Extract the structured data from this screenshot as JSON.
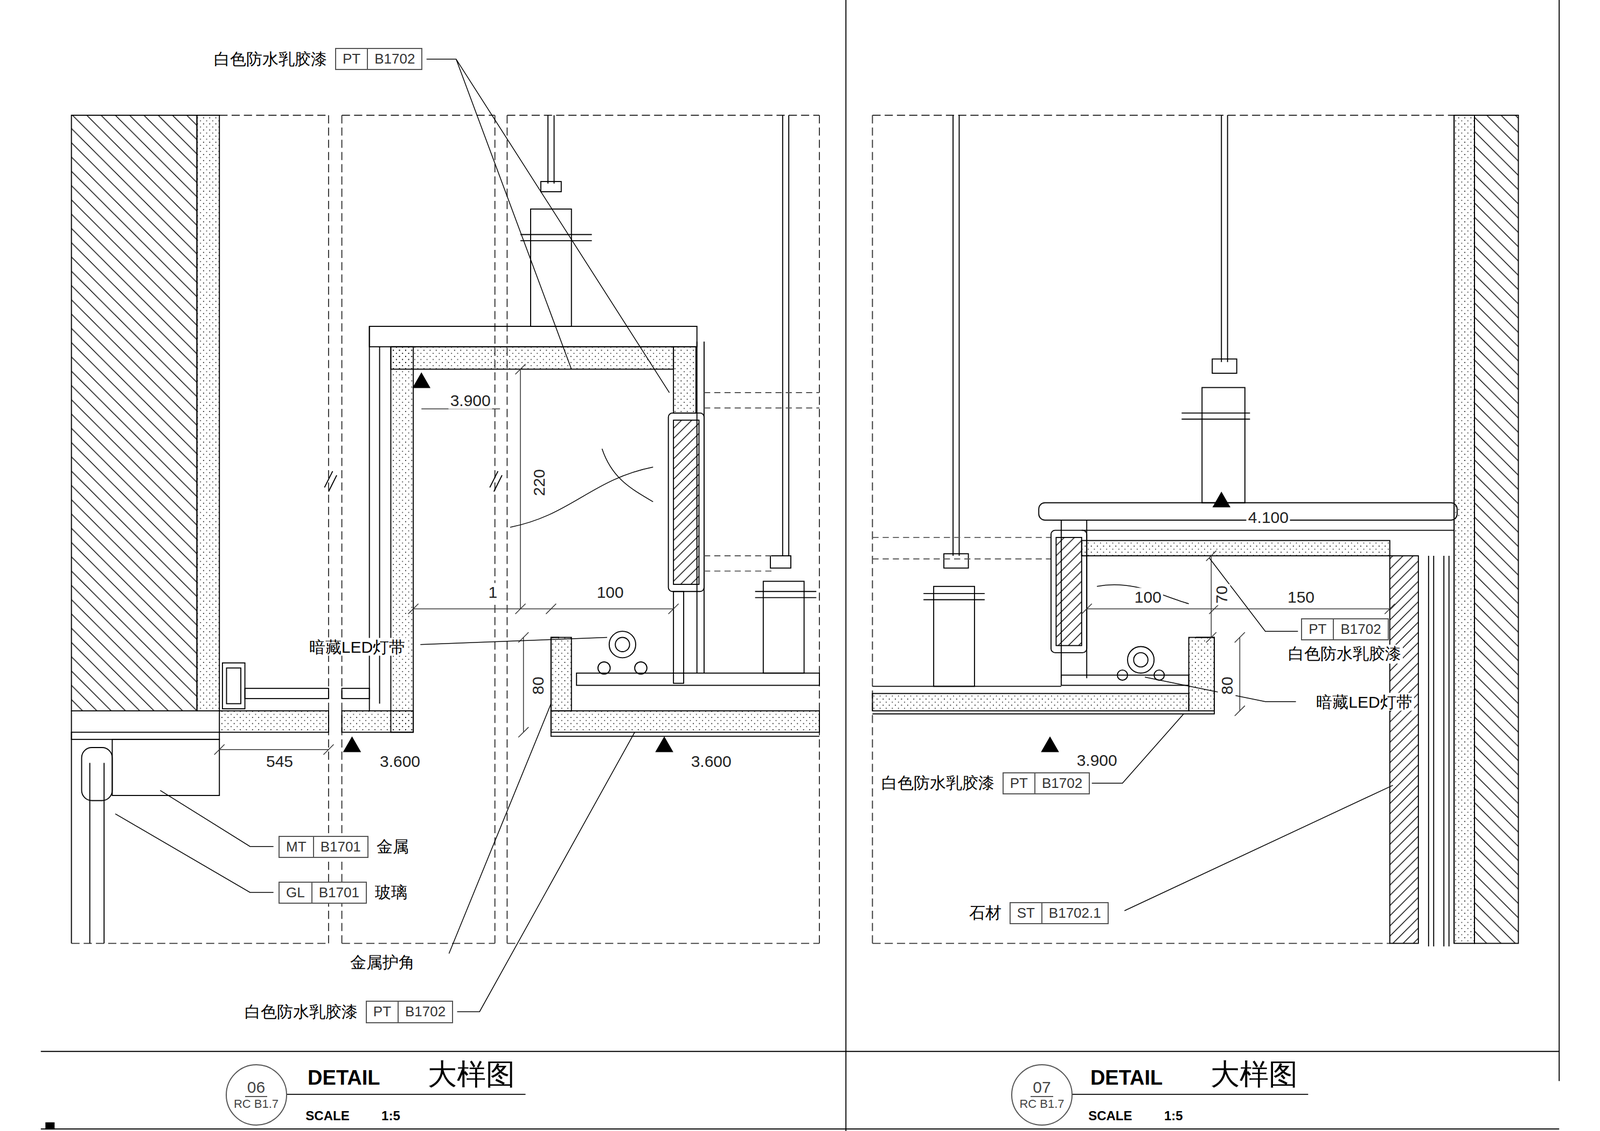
{
  "diagram": {
    "nodes": [
      {
        "text": [
          "白色防水乳胶漆",
          "PT",
          "B1702"
        ]
      },
      {
        "text": [
          "MT",
          "B1701",
          "金属"
        ]
      },
      {
        "text": [
          "GL",
          "B1701",
          "玻璃"
        ]
      },
      {
        "text": [
          "白色防水乳胶漆",
          "PT",
          "B1702"
        ]
      },
      {
        "text": [
          "PT",
          "B1702",
          "白色防水乳胶漆"
        ]
      },
      {
        "text": [
          "白色防水乳胶漆",
          "PT",
          "B1702"
        ]
      },
      {
        "text": [
          "石材",
          "ST",
          "B1702.1"
        ]
      },
      {
        "text": [
          "06",
          "RC B1.7"
        ]
      },
      {
        "text": [
          "07",
          "RC B1.7"
        ]
      }
    ],
    "labels": [
      "暗藏LED灯带",
      "金属护角",
      "3.900",
      "220",
      "1",
      "100",
      "80",
      "545",
      "3.600",
      "3.600",
      "4.100",
      "100",
      "70",
      "150",
      "80",
      "3.900",
      "暗藏LED灯带",
      "DETAIL",
      "大样图",
      "SCALE",
      "1:5",
      "DETAIL",
      "大样图",
      "SCALE",
      "1:5"
    ]
  }
}
